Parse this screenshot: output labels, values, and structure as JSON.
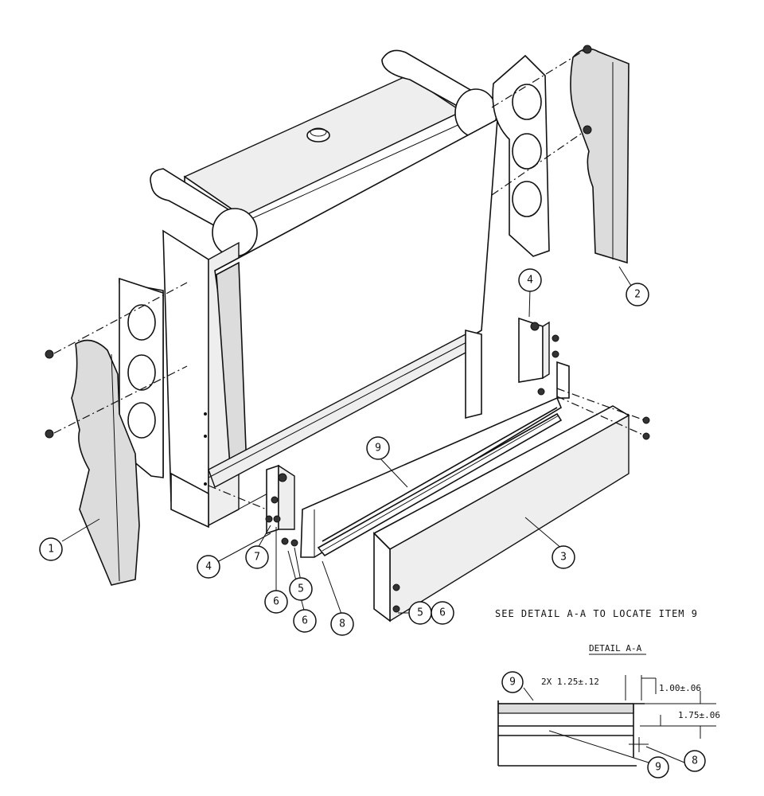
{
  "callouts": {
    "c1": "1",
    "c2": "2",
    "c3": "3",
    "c4a": "4",
    "c4b": "4",
    "c5a": "5",
    "c5b": "5",
    "c6a": "6",
    "c6b": "6",
    "c6c": "6",
    "c7": "7",
    "c8a": "8",
    "c8b": "8",
    "c9a": "9",
    "c9b": "9",
    "c9c": "9"
  },
  "note": "SEE DETAIL A-A TO LOCATE ITEM 9",
  "detail": {
    "title": "DETAIL A-A",
    "dim_width": "2X 1.25±.12",
    "dim_top": "1.00±.06",
    "dim_height": "1.75±.06"
  }
}
